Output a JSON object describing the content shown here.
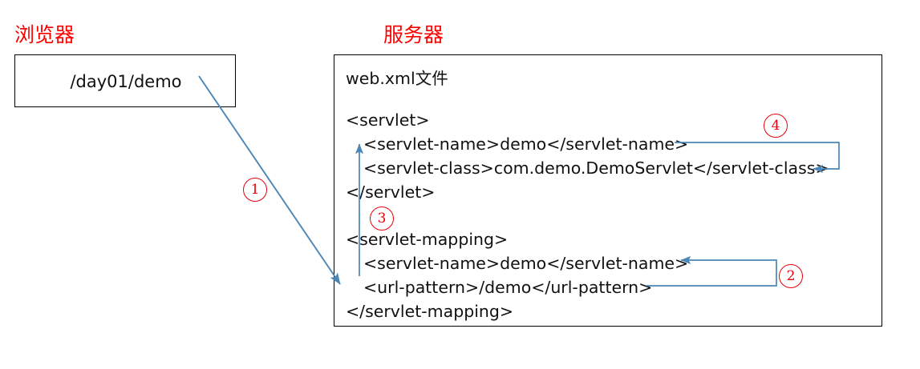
{
  "diagram": {
    "title_browser": "浏览器",
    "title_server": "服务器",
    "browser": {
      "url": "/day01/demo"
    },
    "server": {
      "file_label": "web.xml文件",
      "code_lines": [
        {
          "text": "<servlet>",
          "indent": 0
        },
        {
          "text": "<servlet-name>demo</servlet-name>",
          "indent": 1
        },
        {
          "text": "<servlet-class>com.demo.DemoServlet</servlet-class>",
          "indent": 1
        },
        {
          "text": "</servlet>",
          "indent": 0
        },
        {
          "text": "<servlet-mapping>",
          "indent": 0
        },
        {
          "text": "<servlet-name>demo</servlet-name>",
          "indent": 1
        },
        {
          "text": "<url-pattern>/demo</url-pattern>",
          "indent": 1
        },
        {
          "text": "</servlet-mapping>",
          "indent": 0
        }
      ]
    },
    "steps": [
      {
        "id": 1,
        "label": "①",
        "glyph": "1"
      },
      {
        "id": 2,
        "label": "②",
        "glyph": "2"
      },
      {
        "id": 3,
        "label": "③",
        "glyph": "3"
      },
      {
        "id": 4,
        "label": "④",
        "glyph": "4"
      }
    ],
    "colors": {
      "title_red": "#ff0000",
      "marker_red": "#e8000d",
      "arrow_blue": "#4a86b8",
      "box_border": "#000000",
      "text": "#111111"
    }
  }
}
